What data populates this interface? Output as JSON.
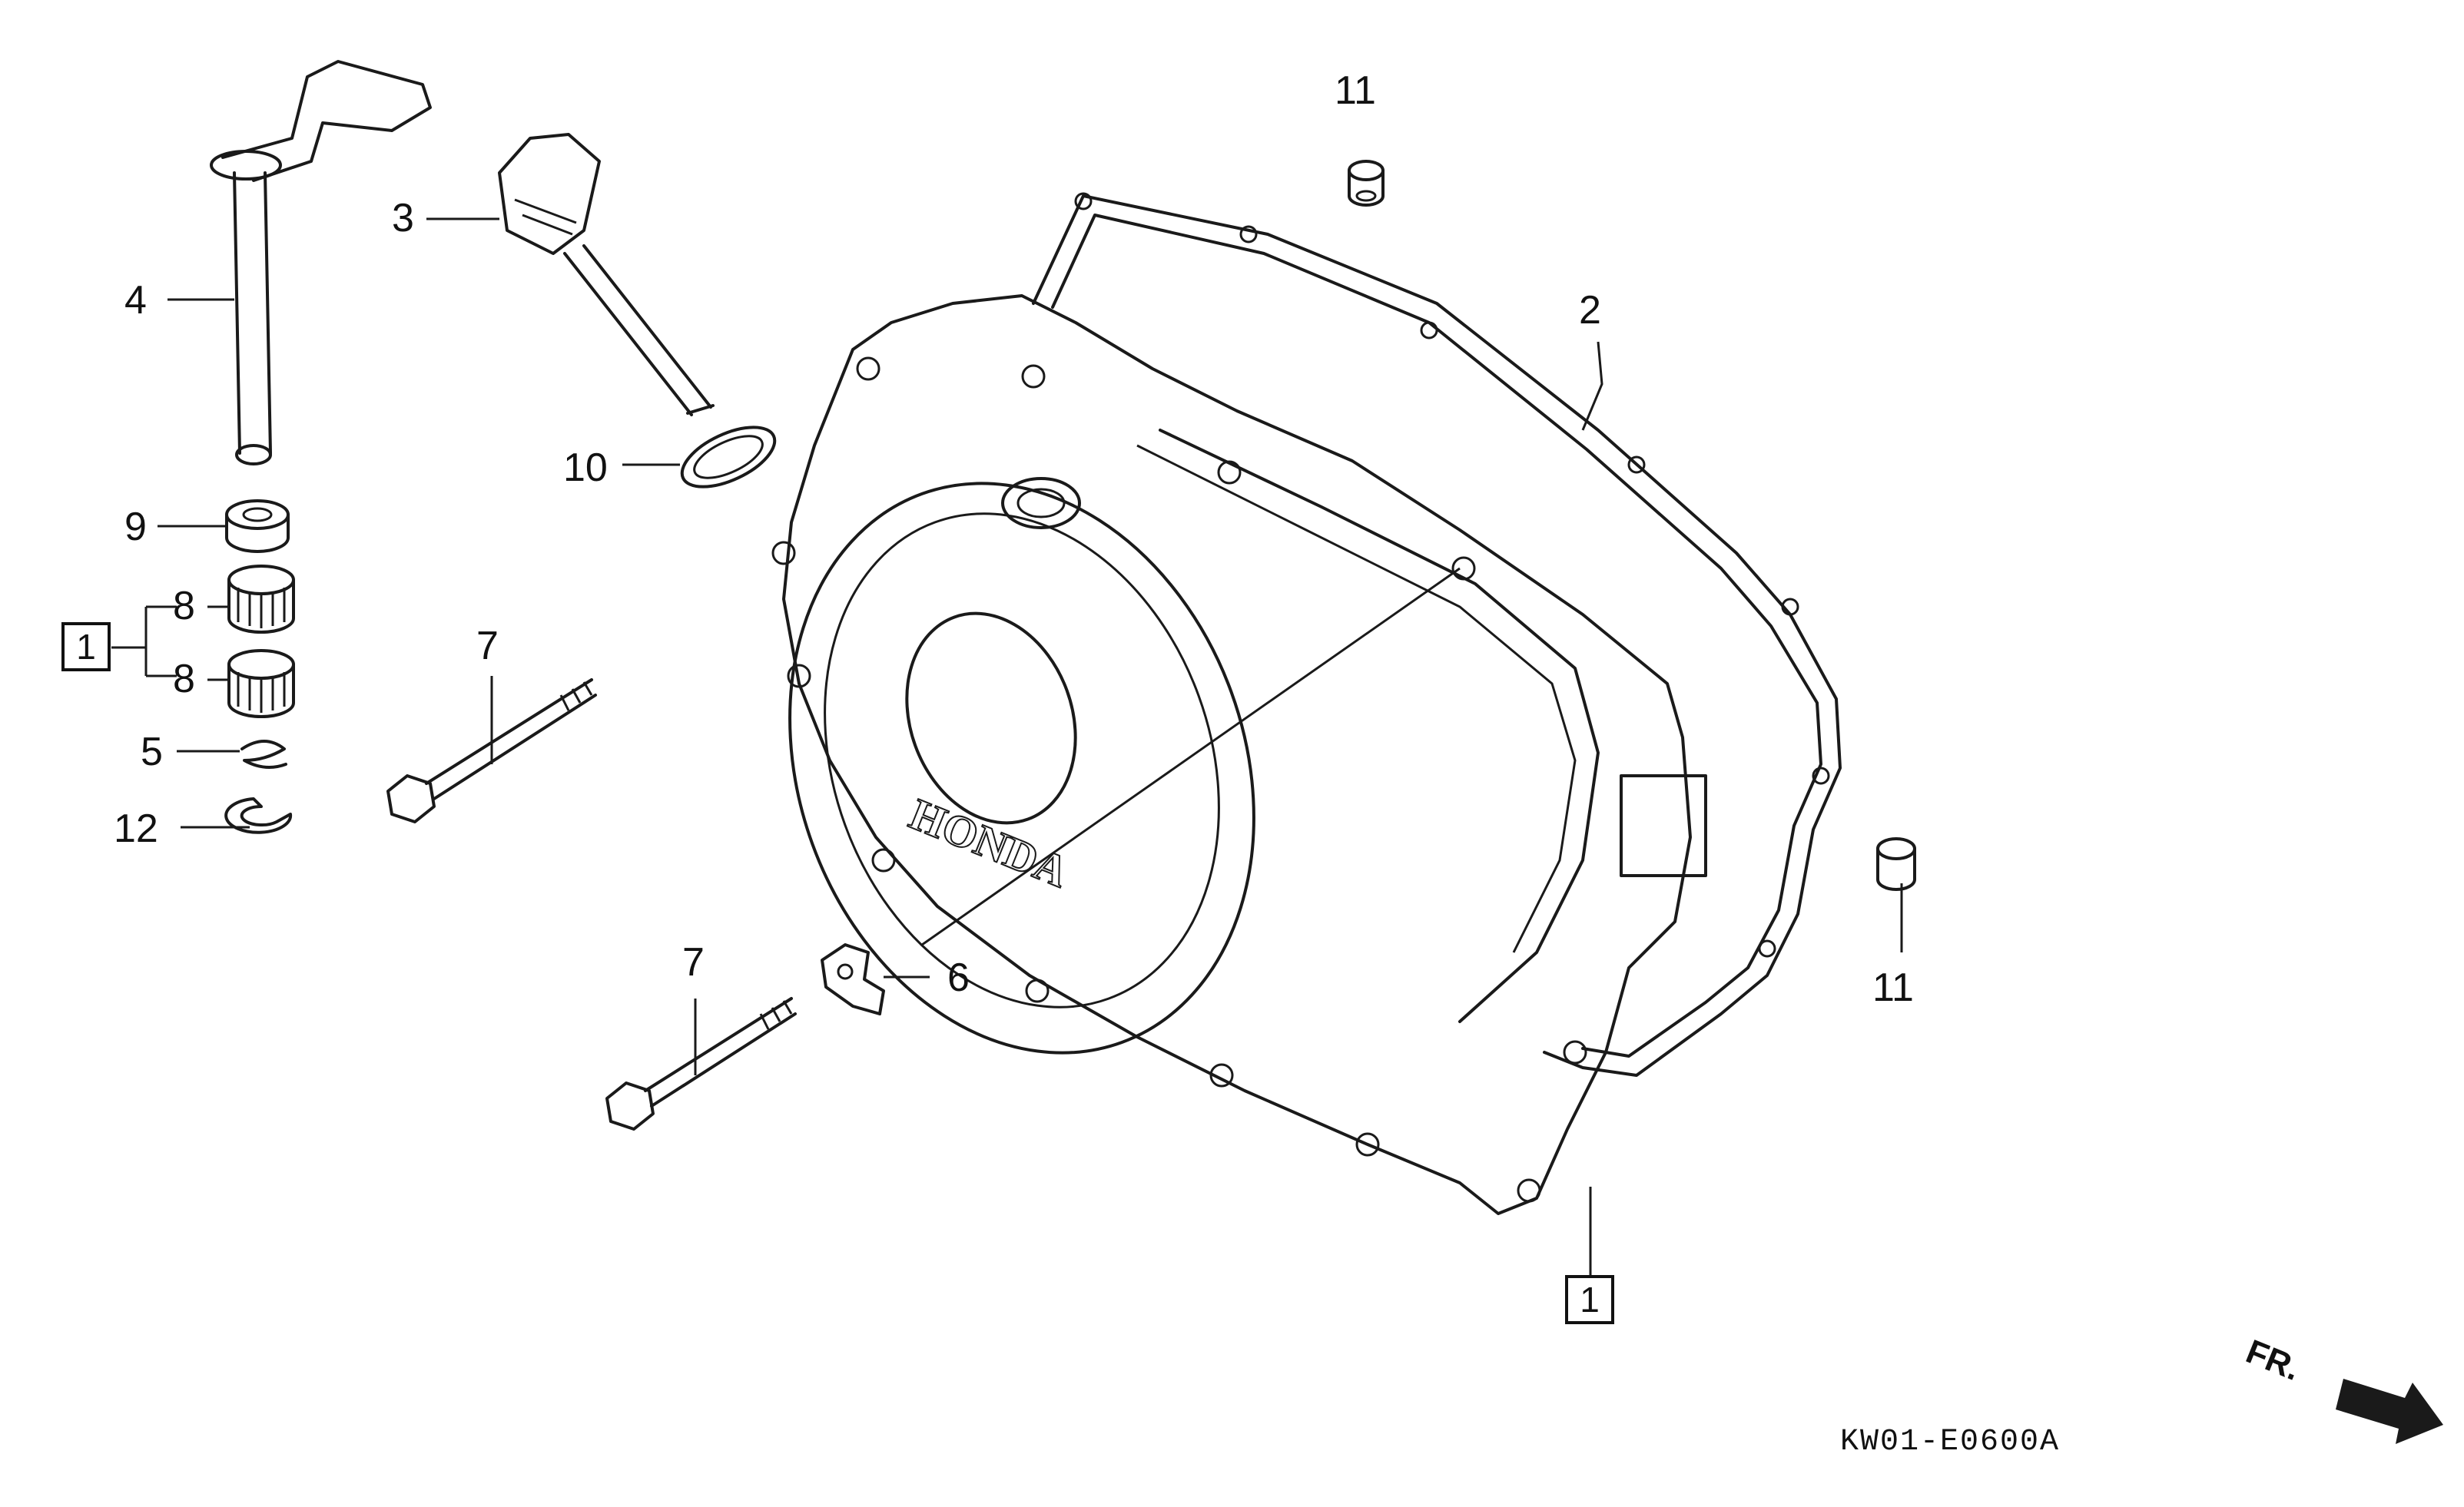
{
  "callouts": {
    "n11_top": "11",
    "n3": "3",
    "n4": "4",
    "n2": "2",
    "n10": "10",
    "n9": "9",
    "n8_a": "8",
    "n8_b": "8",
    "n7_left": "7",
    "n5": "5",
    "n12": "12",
    "n7_bottom": "7",
    "n6": "6",
    "n11_right": "11"
  },
  "boxed_labels": {
    "box_left": "1",
    "box_bottom": "1"
  },
  "cover_emboss": "HONDA",
  "direction_mark": "FR.",
  "diagram_code": "KW01-E0600A"
}
